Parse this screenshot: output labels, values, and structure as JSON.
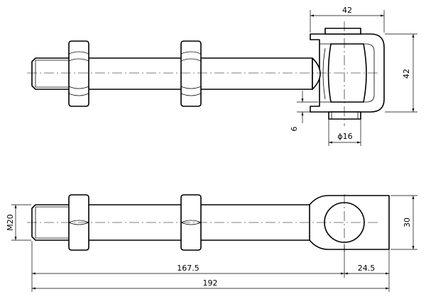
{
  "dimensions": {
    "top_view_width": "42",
    "top_view_height": "42",
    "collar_gap": "6",
    "pin_diameter": "ϕ16",
    "thread": "M20",
    "eye_height": "30",
    "shank_length": "167.5",
    "eye_length": "24.5",
    "total_length": "192"
  }
}
